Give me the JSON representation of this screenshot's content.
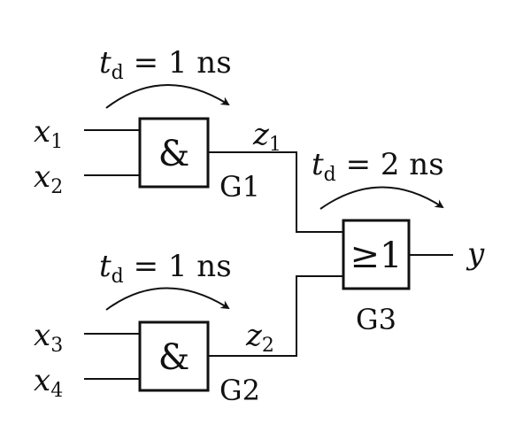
{
  "inputs": {
    "x1": {
      "base": "x",
      "sub": "1"
    },
    "x2": {
      "base": "x",
      "sub": "2"
    },
    "x3": {
      "base": "x",
      "sub": "3"
    },
    "x4": {
      "base": "x",
      "sub": "4"
    }
  },
  "signals": {
    "z1": {
      "base": "z",
      "sub": "1"
    },
    "z2": {
      "base": "z",
      "sub": "2"
    },
    "y": "y"
  },
  "gates": {
    "g1": {
      "name": "G1",
      "symbol": "&"
    },
    "g2": {
      "name": "G2",
      "symbol": "&"
    },
    "g3": {
      "name": "G3",
      "symbol": "≥1"
    }
  },
  "delays": {
    "g1": {
      "t": "t",
      "sub": "d",
      "eq": " = 1 ns"
    },
    "g2": {
      "t": "t",
      "sub": "d",
      "eq": " = 1 ns"
    },
    "g3": {
      "t": "t",
      "sub": "d",
      "eq": " = 2 ns"
    }
  }
}
